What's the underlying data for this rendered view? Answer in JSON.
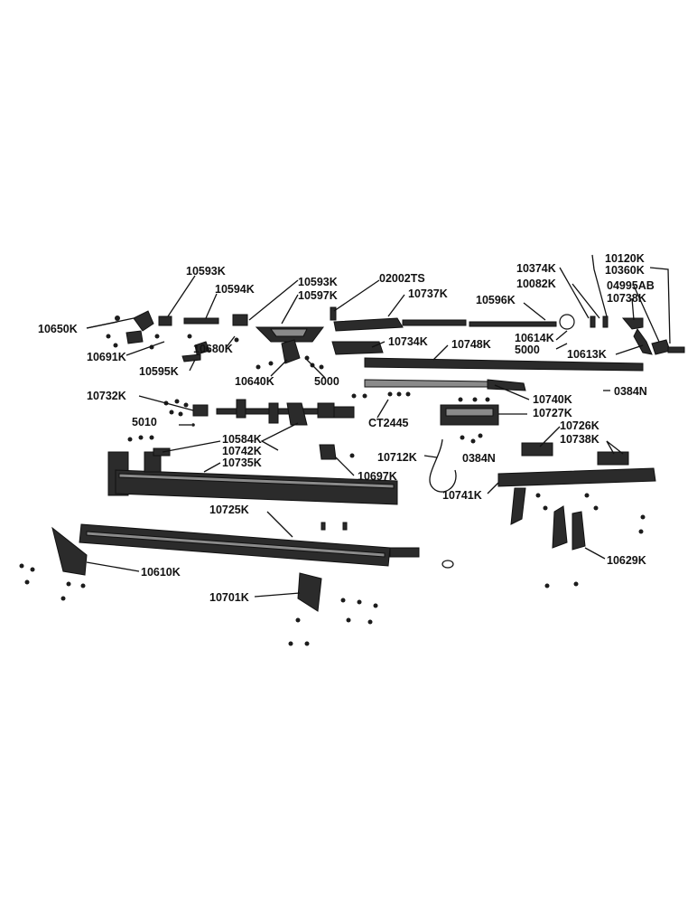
{
  "diagram": {
    "labels": {
      "p10650K": "10650K",
      "p10593K_a": "10593K",
      "p10594K": "10594K",
      "p10691K": "10691K",
      "p10680K": "10680K",
      "p10595K": "10595K",
      "p10593K_b": "10593K",
      "p10597K": "10597K",
      "p10640K": "10640K",
      "p5000_a": "5000",
      "p02002TS": "02002TS",
      "p10737K": "10737K",
      "p10734K": "10734K",
      "p10748K": "10748K",
      "p10596K": "10596K",
      "p10374K": "10374K",
      "p10082K": "10082K",
      "p10120K": "10120K",
      "p10360K": "10360K",
      "p04995AB": "04995AB",
      "p10738K_a": "10738K",
      "p10614K": "10614K",
      "p5000_b": "5000",
      "p10613K": "10613K",
      "p10732K": "10732K",
      "p5010": "5010",
      "pCT2445": "CT2445",
      "p10740K": "10740K",
      "p0384N_a": "0384N",
      "p10727K": "10727K",
      "p10726K": "10726K",
      "p10738K_b": "10738K",
      "p10584K": "10584K",
      "p10742K": "10742K",
      "p10735K": "10735K",
      "p10697K": "10697K",
      "p10712K": "10712K",
      "p0384N_b": "0384N",
      "p10741K": "10741K",
      "p10725K": "10725K",
      "p10610K": "10610K",
      "p10701K": "10701K",
      "p10629K": "10629K"
    }
  }
}
